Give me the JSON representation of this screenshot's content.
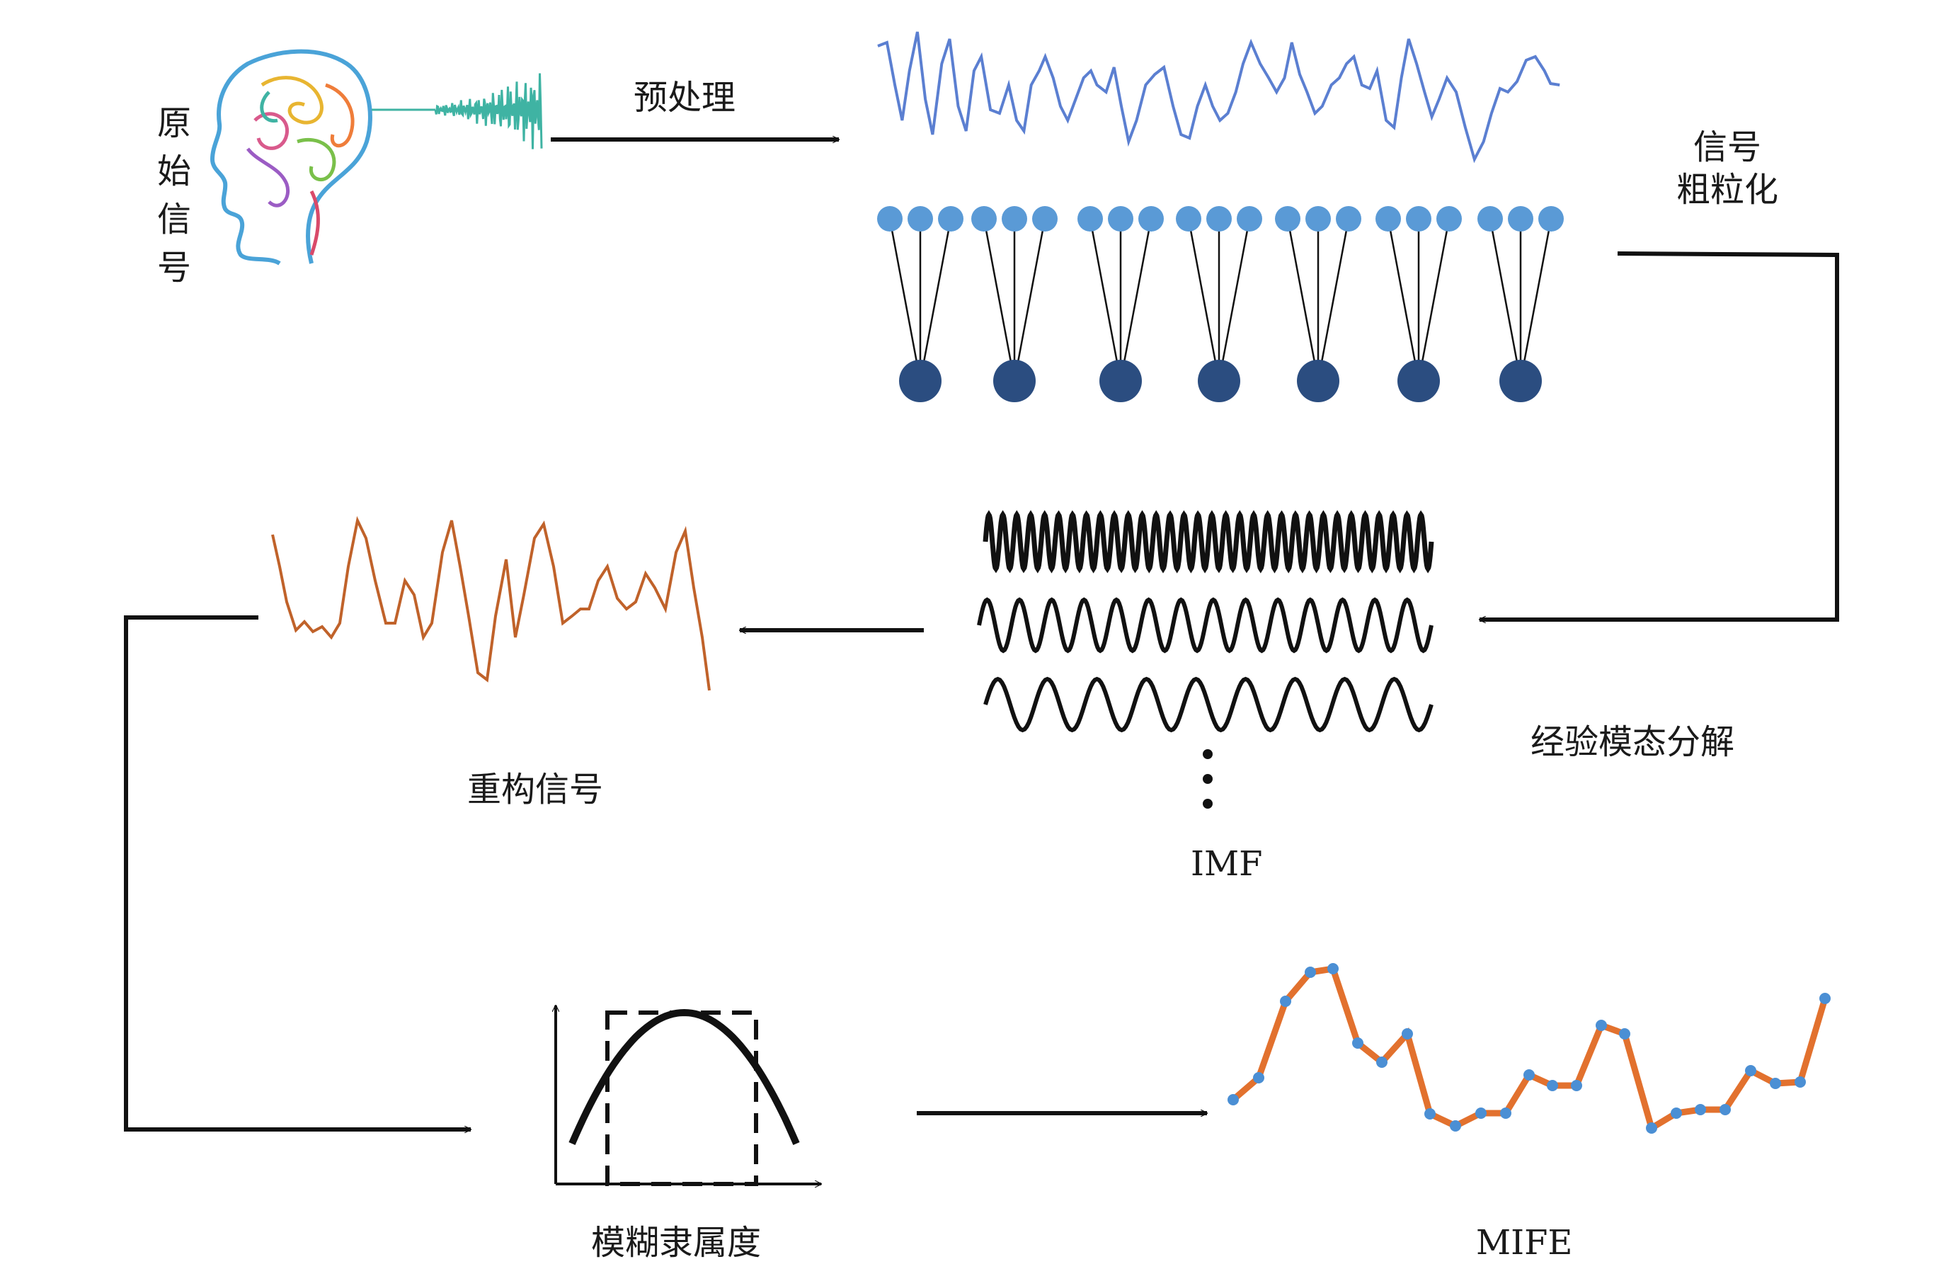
{
  "labels": {
    "raw_signal": "原始信号",
    "preprocess": "预处理",
    "coarse_grain_line1": "信号",
    "coarse_grain_line2": "粗粒化",
    "emd": "经验模态分解",
    "imf": "IMF",
    "reconstructed": "重构信号",
    "fuzzy_membership": "模糊隶属度",
    "mife": "MIFE"
  },
  "colors": {
    "blue_signal": "#5b7fd1",
    "light_node": "#5a9ad6",
    "dark_node": "#2b4d80",
    "imf_line": "#111111",
    "recon_signal": "#c0622a",
    "mife_line": "#e2712e",
    "mife_point": "#4b8fd4",
    "arrow": "#111111"
  },
  "icons": {
    "head": "head-profile-icon",
    "brainwave": "eeg-wave-icon"
  }
}
